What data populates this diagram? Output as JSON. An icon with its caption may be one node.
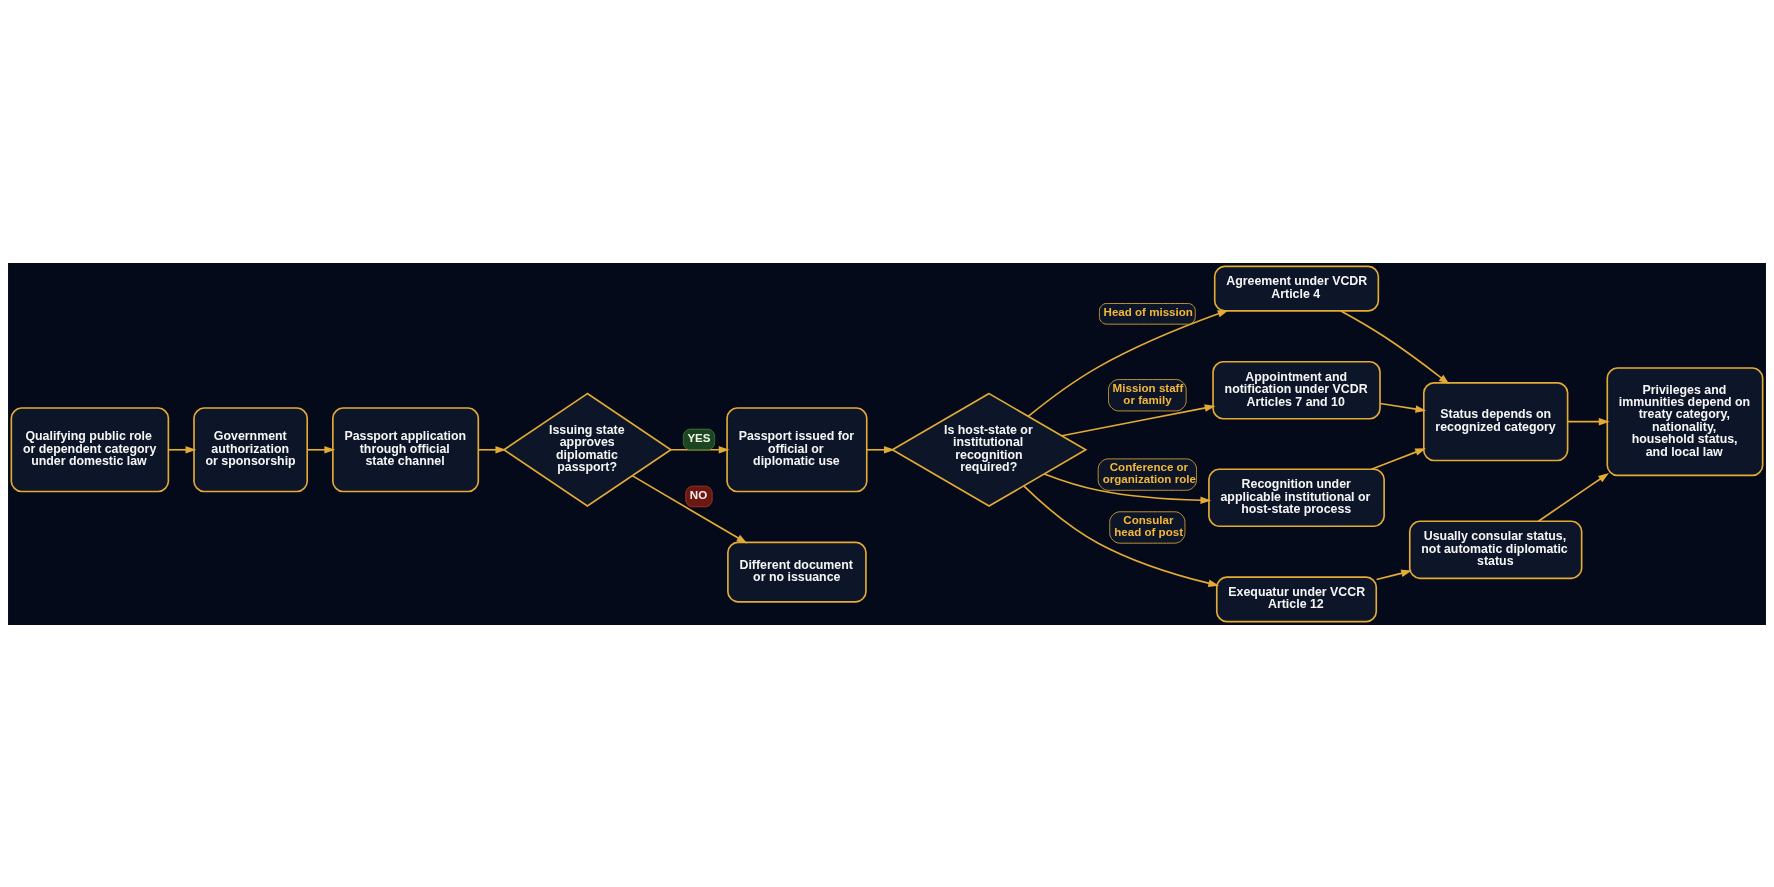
{
  "diagram": {
    "nodes": [
      {
        "text": [
          "Qualifying public role or dependent category under domestic law"
        ]
      },
      {
        "text": [
          "Government authorization or sponsorship"
        ]
      },
      {
        "text": [
          "Passport application through official state channel"
        ]
      },
      {
        "text": [
          "Issuing state approves diplomatic passport?"
        ]
      },
      {
        "text": [
          "Passport issued for official or diplomatic use"
        ]
      },
      {
        "text": [
          "Different document or no issuance"
        ]
      },
      {
        "text": [
          "Is host-state or institutional recognition required?"
        ]
      },
      {
        "text": [
          "Agreement under VCDR Article 4"
        ]
      },
      {
        "text": [
          "Appointment and notification under VCDR Articles 7 and 10"
        ]
      },
      {
        "text": [
          "Recognition under applicable institutional or host-state process"
        ]
      },
      {
        "text": [
          "Exequatur under VCCR Article 12"
        ]
      },
      {
        "text": [
          "Usually consular status, not automatic diplomatic status"
        ]
      },
      {
        "text": [
          "Status depends on recognized category"
        ]
      },
      {
        "text": [
          "Privileges and immunities depend on treaty category, nationality, household status, and local law"
        ]
      }
    ],
    "edges": [
      {
        "from": 0,
        "to": 1,
        "arrow": "to"
      },
      {
        "from": 1,
        "to": 2,
        "arrow": "to"
      },
      {
        "from": 2,
        "to": 3,
        "arrow": "to"
      },
      {
        "from": 3,
        "to": 4,
        "arrow": "to",
        "label": "YES"
      },
      {
        "from": 3,
        "to": 5,
        "arrow": "to",
        "label": "NO"
      },
      {
        "from": 4,
        "to": 6,
        "arrow": "to"
      },
      {
        "from": 6,
        "to": 7,
        "arrow": "to",
        "label": "Head of mission"
      },
      {
        "from": 6,
        "to": 8,
        "arrow": "to",
        "label": "Mission staff or family"
      },
      {
        "from": 6,
        "to": 9,
        "arrow": "to",
        "label": "Conference or organization role"
      },
      {
        "from": 6,
        "to": 10,
        "arrow": "to",
        "label": "Consular head of post"
      },
      {
        "from": 7,
        "to": 12,
        "arrow": "to"
      },
      {
        "from": 8,
        "to": 12,
        "arrow": "to"
      },
      {
        "from": 9,
        "to": 12,
        "arrow": "to"
      },
      {
        "from": 10,
        "to": 11,
        "arrow": "to"
      },
      {
        "from": 11,
        "to": 13,
        "arrow": "to"
      },
      {
        "from": 12,
        "to": 13,
        "arrow": "to"
      }
    ]
  }
}
